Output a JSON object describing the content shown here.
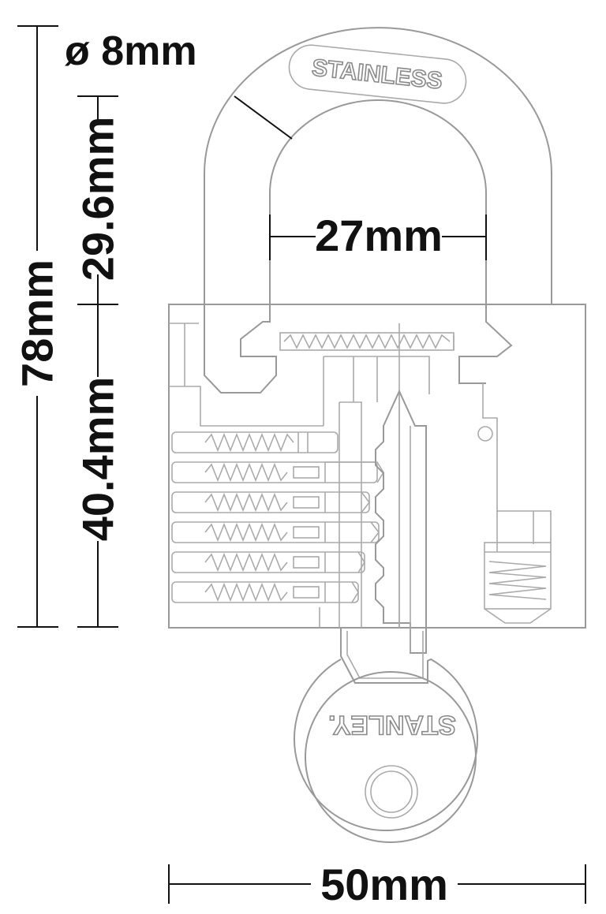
{
  "dimensions": {
    "total_height": "78mm",
    "shackle_diameter": "ø 8mm",
    "shackle_clearance": "29.6mm",
    "body_height": "40.4mm",
    "shackle_inner_width": "27mm",
    "body_width": "50mm"
  },
  "labels": {
    "shackle_marking": "STAINLESS",
    "key_marking": "STANLEY."
  },
  "colors": {
    "outline": "#999999",
    "dimension": "#111111",
    "background": "#ffffff"
  }
}
